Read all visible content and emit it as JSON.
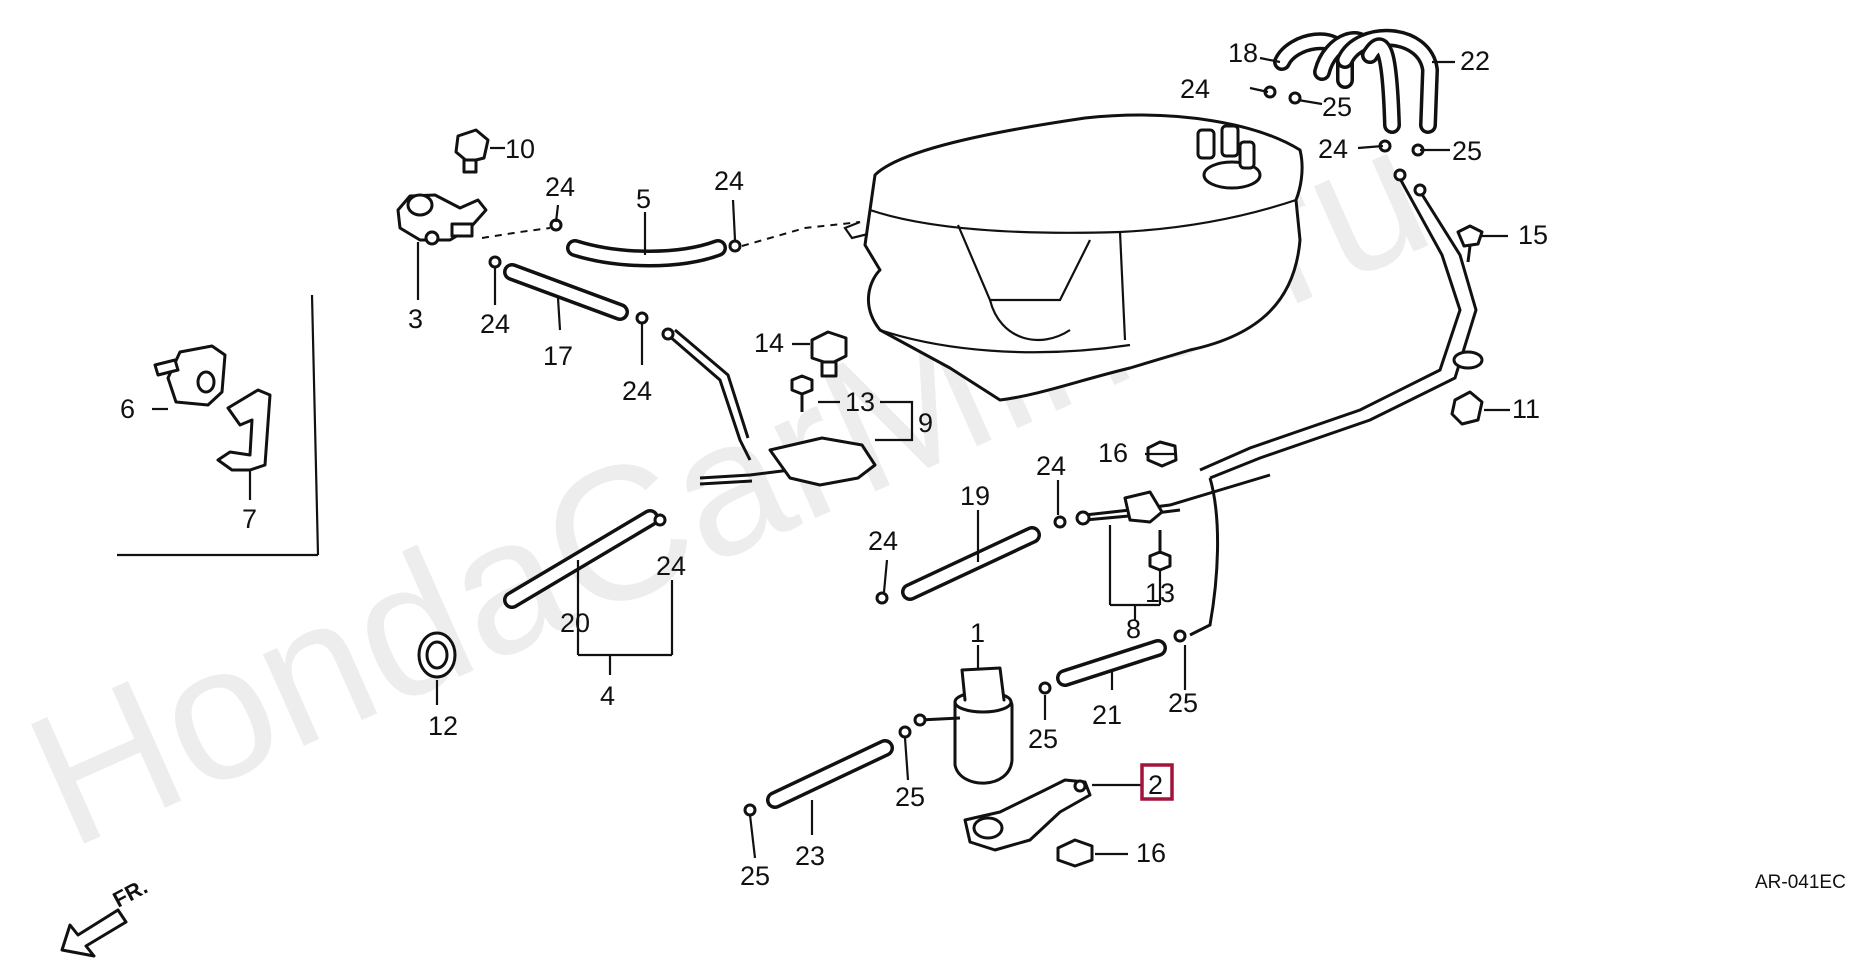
{
  "watermark": "HondaCarMine.ru",
  "diagram_code": "AR-041EC",
  "direction_label": "FR.",
  "highlighted_part": "2",
  "callouts": {
    "c1": "1",
    "c2": "2",
    "c3": "3",
    "c4": "4",
    "c5": "5",
    "c6": "6",
    "c7": "7",
    "c8": "8",
    "c9": "9",
    "c10": "10",
    "c11": "11",
    "c12": "12",
    "c13a": "13",
    "c13b": "13",
    "c14": "14",
    "c15": "15",
    "c16a": "16",
    "c16b": "16",
    "c17": "17",
    "c18": "18",
    "c19": "19",
    "c20": "20",
    "c21": "21",
    "c22": "22",
    "c23": "23",
    "c24a": "24",
    "c24b": "24",
    "c24c": "24",
    "c24d": "24",
    "c24e": "24",
    "c24f": "24",
    "c24g": "24",
    "c24h": "24",
    "c24i": "24",
    "c24j": "24",
    "c25a": "25",
    "c25b": "25",
    "c25c": "25",
    "c25d": "25",
    "c25e": "25",
    "c25f": "25"
  },
  "colors": {
    "line": "#111111",
    "highlight": "#a3143a",
    "watermark": "#ededed"
  }
}
